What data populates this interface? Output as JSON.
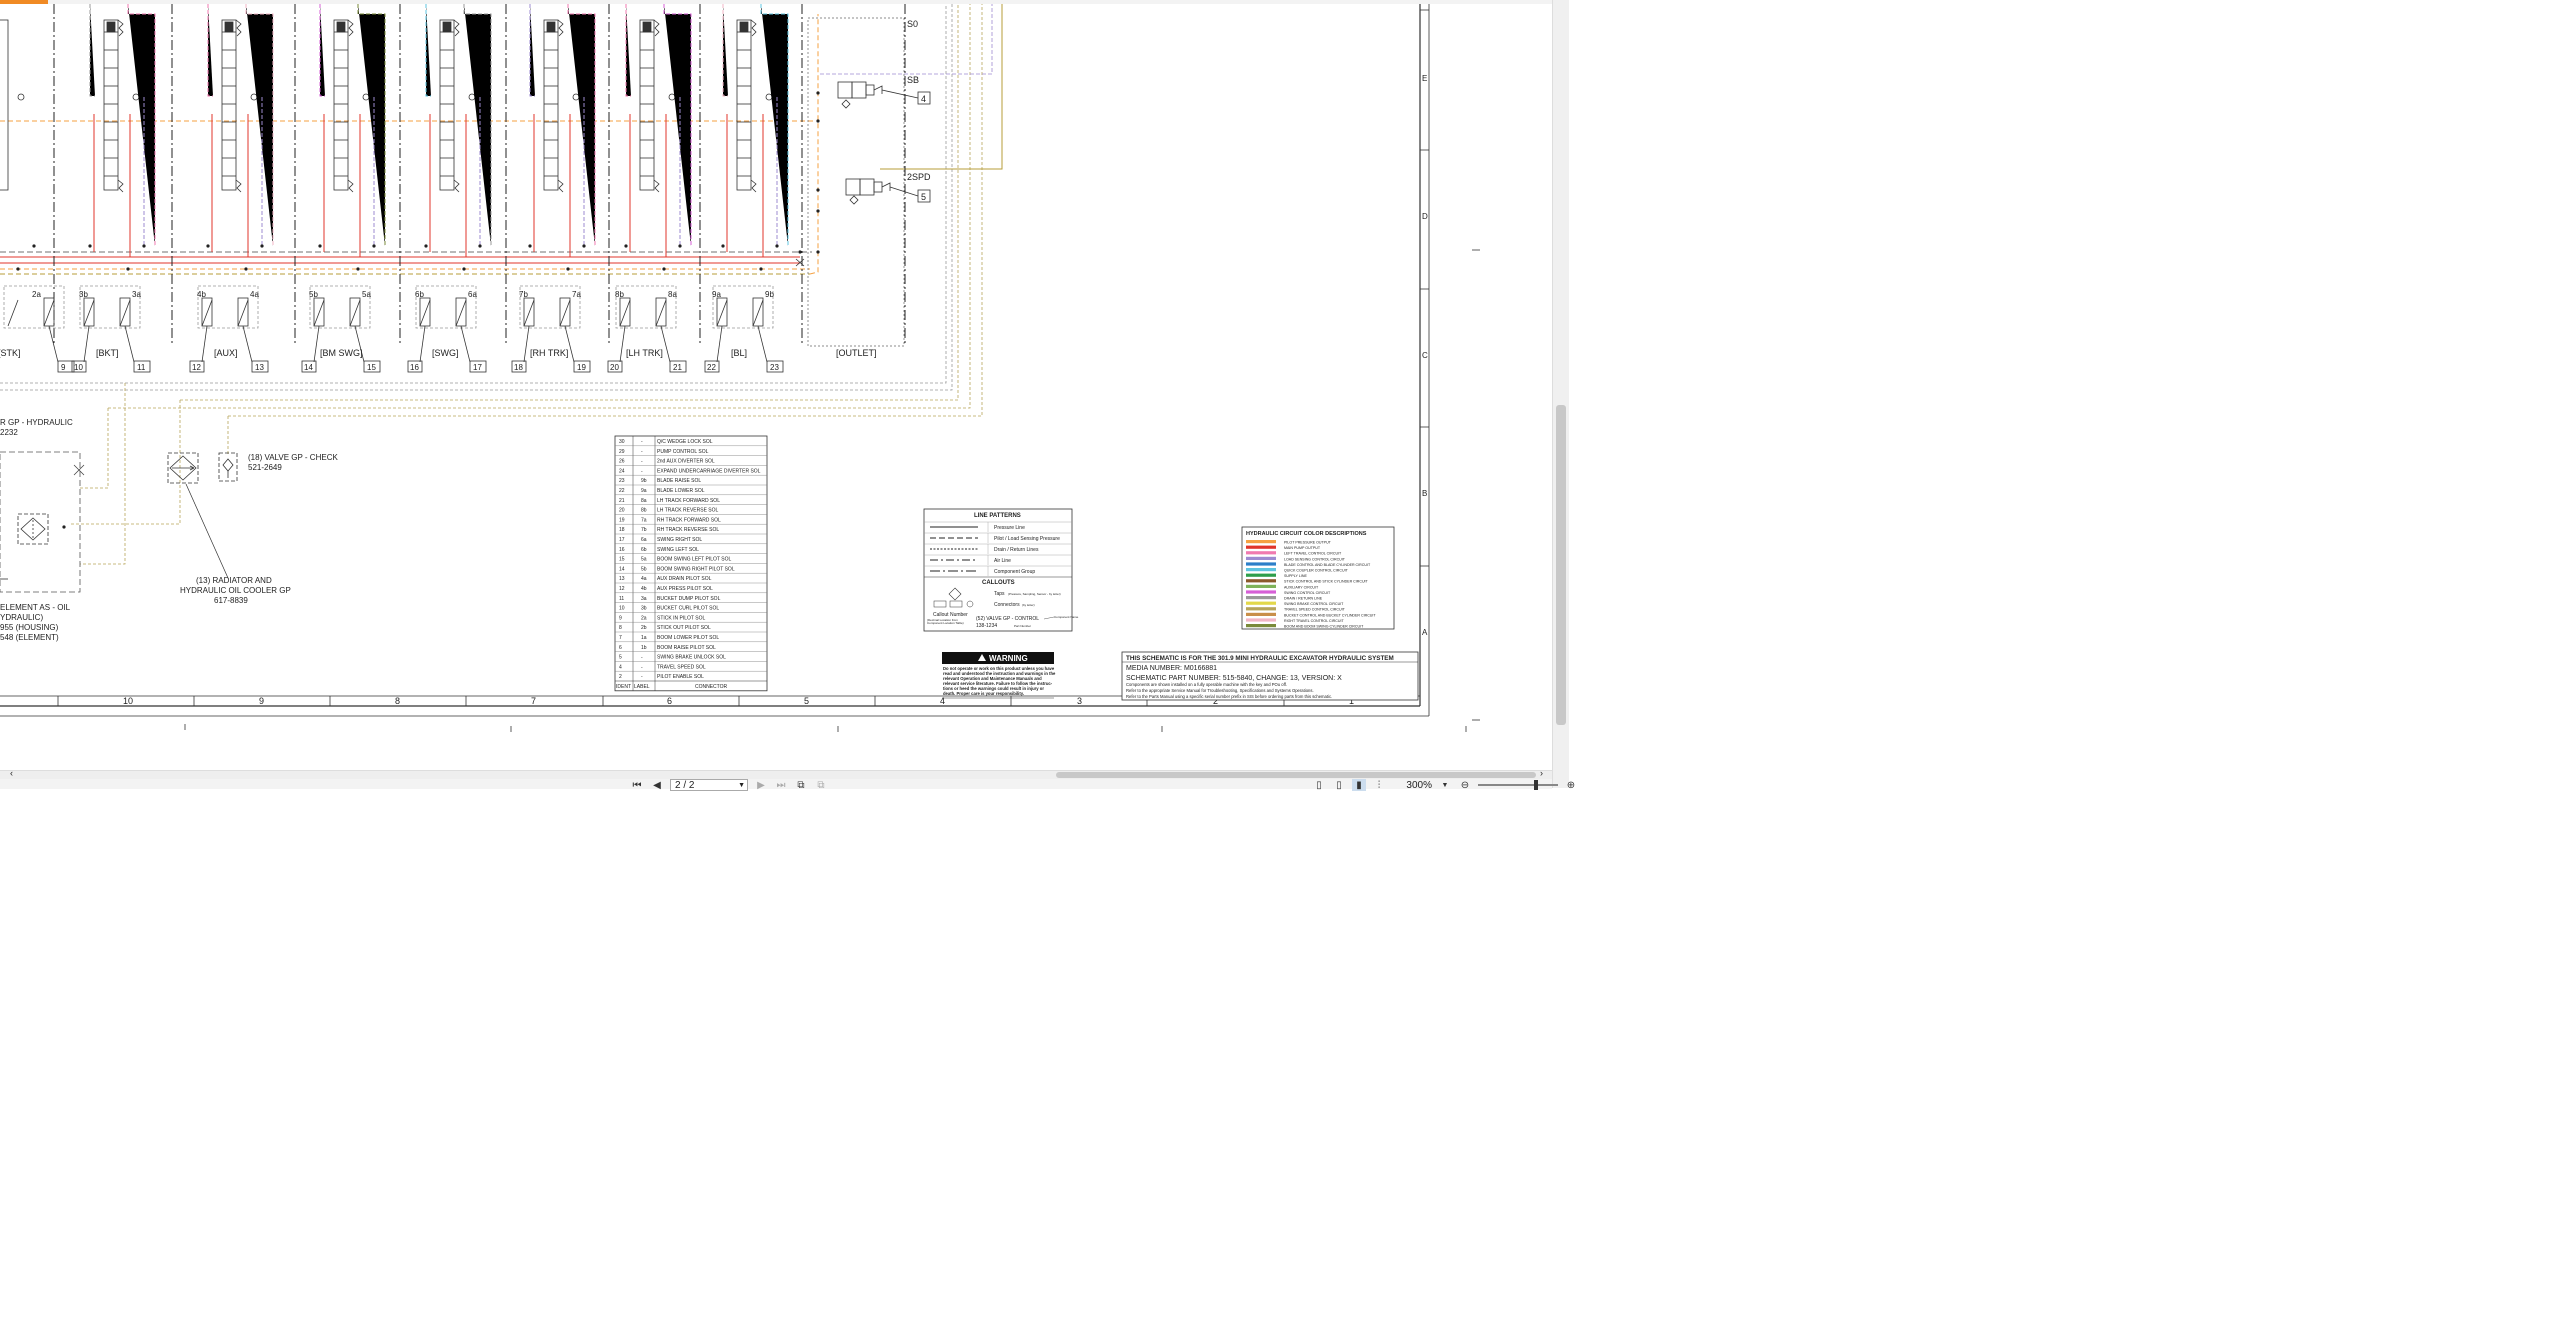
{
  "columns": [
    {
      "num": "9",
      "label": "[STK]",
      "tagA": "2a",
      "tagB": "",
      "connA": "",
      "connB": "9"
    },
    {
      "num": "10",
      "label": "[BKT]",
      "tagA": "3b",
      "tagB": "3a",
      "connA": "10",
      "connB": "11"
    },
    {
      "num": "12",
      "label": "[AUX]",
      "tagA": "4b",
      "tagB": "4a",
      "connA": "12",
      "connB": "13"
    },
    {
      "num": "14",
      "label": "[BM SWG]",
      "tagA": "5b",
      "tagB": "5a",
      "connA": "14",
      "connB": "15"
    },
    {
      "num": "16",
      "label": "[SWG]",
      "tagA": "6b",
      "tagB": "6a",
      "connA": "16",
      "connB": "17"
    },
    {
      "num": "18",
      "label": "[RH TRK]",
      "tagA": "7b",
      "tagB": "7a",
      "connA": "18",
      "connB": "19"
    },
    {
      "num": "20",
      "label": "[LH TRK]",
      "tagA": "8b",
      "tagB": "8a",
      "connA": "20",
      "connB": "21"
    },
    {
      "num": "22",
      "label": "[BL]",
      "tagA": "9a",
      "tagB": "9b",
      "connA": "22",
      "connB": "23"
    }
  ],
  "outlet": {
    "label": "[OUTLET]",
    "s0": "S0",
    "sb": "SB",
    "sb_conn": "4",
    "spd": "2SPD",
    "spd_conn": "5"
  },
  "components": {
    "filter_line1": "R GP - HYDRAULIC",
    "filter_line2": "2232",
    "check_valve_line1": "(18) VALVE GP - CHECK",
    "check_valve_line2": "521-2649",
    "cooler_line1": "(13) RADIATOR AND",
    "cooler_line2": "HYDRAULIC OIL COOLER GP",
    "cooler_line3": "617-8839",
    "element_line1": "ELEMENT AS - OIL",
    "element_line2": "YDRAULIC)",
    "element_line3": "955 (HOUSING)",
    "element_line4": "548 (ELEMENT)"
  },
  "connector_table": {
    "rows": [
      {
        "ident": "30",
        "label": "-",
        "connector": "Q/C WEDGE LOCK SOL"
      },
      {
        "ident": "29",
        "label": "-",
        "connector": "PUMP CONTROL SOL"
      },
      {
        "ident": "26",
        "label": "-",
        "connector": "2nd AUX DIVERTER SOL"
      },
      {
        "ident": "24",
        "label": "-",
        "connector": "EXPAND UNDERCARRIAGE DIVERTER SOL"
      },
      {
        "ident": "23",
        "label": "9b",
        "connector": "BLADE RAISE SOL"
      },
      {
        "ident": "22",
        "label": "9a",
        "connector": "BLADE LOWER SOL"
      },
      {
        "ident": "21",
        "label": "8a",
        "connector": "LH TRACK FORWARD SOL"
      },
      {
        "ident": "20",
        "label": "8b",
        "connector": "LH TRACK REVERSE SOL"
      },
      {
        "ident": "19",
        "label": "7a",
        "connector": "RH TRACK FORWARD SOL"
      },
      {
        "ident": "18",
        "label": "7b",
        "connector": "RH TRACK REVERSE SOL"
      },
      {
        "ident": "17",
        "label": "6a",
        "connector": "SWING RIGHT SOL"
      },
      {
        "ident": "16",
        "label": "6b",
        "connector": "SWING LEFT SOL"
      },
      {
        "ident": "15",
        "label": "5a",
        "connector": "BOOM SWING LEFT PILOT SOL"
      },
      {
        "ident": "14",
        "label": "5b",
        "connector": "BOOM SWING RIGHT PILOT SOL"
      },
      {
        "ident": "13",
        "label": "4a",
        "connector": "AUX DRAIN PILOT SOL"
      },
      {
        "ident": "12",
        "label": "4b",
        "connector": "AUX PRESS PILOT SOL"
      },
      {
        "ident": "11",
        "label": "3a",
        "connector": "BUCKET DUMP PILOT SOL"
      },
      {
        "ident": "10",
        "label": "3b",
        "connector": "BUCKET CURL PILOT SOL"
      },
      {
        "ident": "9",
        "label": "2a",
        "connector": "STICK IN PILOT SOL"
      },
      {
        "ident": "8",
        "label": "2b",
        "connector": "STICK OUT PILOT SOL"
      },
      {
        "ident": "7",
        "label": "1a",
        "connector": "BOOM LOWER PILOT SOL"
      },
      {
        "ident": "6",
        "label": "1b",
        "connector": "BOOM RAISE PILOT SOL"
      },
      {
        "ident": "5",
        "label": "-",
        "connector": "SWING BRAKE UNLOCK SOL"
      },
      {
        "ident": "4",
        "label": "-",
        "connector": "TRAVEL SPEED SOL"
      },
      {
        "ident": "2",
        "label": "-",
        "connector": "PILOT ENABLE SOL"
      }
    ],
    "header_ident": "IDENT",
    "header_label": "LABEL",
    "header_connector": "CONNECTOR"
  },
  "line_patterns": {
    "title": "LINE PATTERNS",
    "items": [
      "Pressure Line",
      "Pilot / Load Sensing Pressure",
      "Drain / Return Lines",
      "Air Line",
      "Component Group"
    ],
    "callouts_title": "CALLOUTS",
    "taps_label": "Taps",
    "taps_note": "(Pressure, Sampling, Sensor - by letter)",
    "connectors_label": "Connectors",
    "connectors_note": "(by letter)",
    "callout_number": "Callout Number",
    "callout_note1": "(Decimal Location from",
    "callout_note2": "Component Location Table)",
    "callout_example": "(52) VALVE GP - CONTROL",
    "callout_part": "138-1234",
    "component_name": "Component Name",
    "part_number": "Part Number"
  },
  "color_desc": {
    "title": "HYDRAULIC CIRCUIT COLOR DESCRIPTIONS",
    "items": [
      {
        "color": "#f5a142",
        "label": "PILOT PRESSURE OUTPUT"
      },
      {
        "color": "#e0352b",
        "label": "MAIN PUMP OUTPUT"
      },
      {
        "color": "#f07ab0",
        "label": "LEFT TRAVEL CONTROL CIRCUIT"
      },
      {
        "color": "#9e8bd1",
        "label": "LOAD SENSING CONTROL CIRCUIT"
      },
      {
        "color": "#2c7fc9",
        "label": "BLADE CONTROL AND BLADE CYLINDER CIRCUIT"
      },
      {
        "color": "#5fc4e0",
        "label": "QUICK COUPLER CONTROL CIRCUIT"
      },
      {
        "color": "#2e9e4b",
        "label": "SUPPLY LINE"
      },
      {
        "color": "#8b5a2b",
        "label": "STICK CONTROL AND STICK CYLINDER CIRCUIT"
      },
      {
        "color": "#7fb35a",
        "label": "AUXILIARY CIRCUIT"
      },
      {
        "color": "#d65fd6",
        "label": "SWING CONTROL CIRCUIT"
      },
      {
        "color": "#9a9a9a",
        "label": "DRAIN / RETURN LINE"
      },
      {
        "color": "#e3d84a",
        "label": "SWING BRAKE CONTROL CIRCUIT"
      },
      {
        "color": "#b7a55a",
        "label": "TRAVEL SPEED CONTROL CIRCUIT"
      },
      {
        "color": "#c98f4a",
        "label": "BUCKET CONTROL AND BUCKET CYLINDER CIRCUIT"
      },
      {
        "color": "#f2b6c6",
        "label": "RIGHT TRAVEL CONTROL CIRCUIT"
      },
      {
        "color": "#7a8a3a",
        "label": "BOOM AND BOOM SWING CYLINDER CIRCUIT"
      }
    ]
  },
  "warning": {
    "title": "WARNING",
    "text": [
      "Do not operate or work on this product unless you have",
      "read and understood the instruction and warnings in the",
      "relevant Operation and Maintenance Manuals and",
      "relevant service literature. Failure to follow the instruc-",
      "tions or heed the warnings could result in injury or",
      "death. Proper care is your responsibility."
    ]
  },
  "title_block": {
    "heading": "THIS SCHEMATIC IS FOR THE 301.9 MINI HYDRAULIC EXCAVATOR HYDRAULIC SYSTEM",
    "media": "MEDIA NUMBER: M0166881",
    "part": "SCHEMATIC PART NUMBER: 515-5840, CHANGE: 13, VERSION: X",
    "note1": "Components are shown installed on a fully operable machine with the key and POu off.",
    "note2": "Refer to the appropriate Service Manual for Troubleshooting, Specifications and Systems Operations.",
    "note3": "Refer to the Parts Manual using a specific serial number prefix in SIS before ordering parts from this schematic."
  },
  "ruler_bottom": [
    "10",
    "9",
    "8",
    "7",
    "6",
    "5",
    "4",
    "3",
    "2",
    "1"
  ],
  "ruler_right": [
    "E",
    "D",
    "C",
    "B",
    "A"
  ],
  "viewer": {
    "page_value": "2 / 2",
    "zoom": "300%"
  }
}
